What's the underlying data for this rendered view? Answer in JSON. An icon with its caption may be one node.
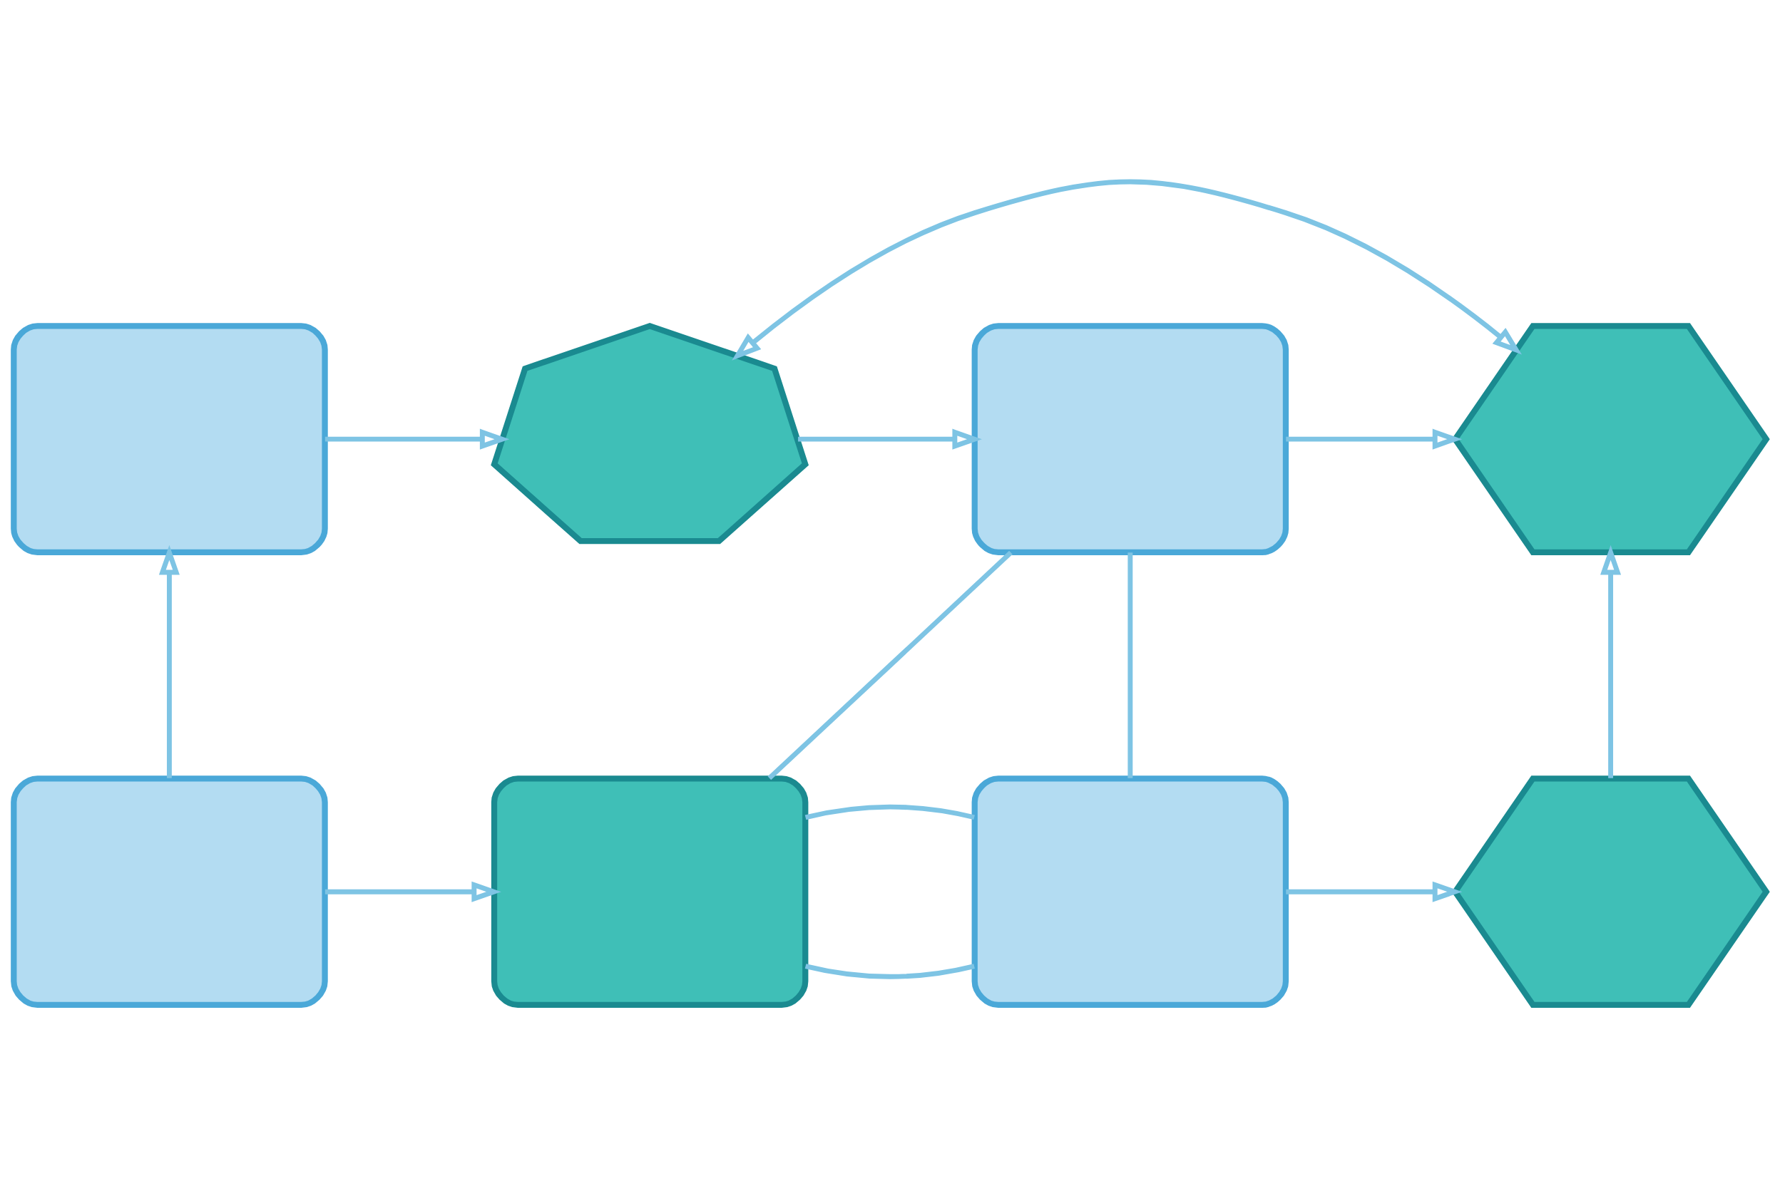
{
  "diagram": {
    "nodes": [
      {
        "text": [],
        "shape": "box"
      },
      {
        "text": [],
        "shape": "heptagon"
      },
      {
        "text": [],
        "shape": "box"
      },
      {
        "text": [],
        "shape": "hexagon"
      },
      {
        "text": [],
        "shape": "box"
      },
      {
        "text": [],
        "shape": "box"
      },
      {
        "text": [],
        "shape": "box"
      },
      {
        "text": [],
        "shape": "hexagon"
      }
    ],
    "edges": [
      {
        "from": 0,
        "to": 1,
        "arrow": "to"
      },
      {
        "from": 1,
        "to": 2,
        "arrow": "to"
      },
      {
        "from": 2,
        "to": 3,
        "arrow": "to"
      },
      {
        "from": 4,
        "to": 0,
        "arrow": "to"
      },
      {
        "from": 4,
        "to": 5,
        "arrow": "to"
      },
      {
        "from": 5,
        "to": 6,
        "arrow": "none"
      },
      {
        "from": 6,
        "to": 7,
        "arrow": "to"
      },
      {
        "from": 7,
        "to": 3,
        "arrow": "to"
      },
      {
        "from": 1,
        "to": 3,
        "arrow": "both"
      },
      {
        "from": 2,
        "to": 6,
        "arrow": "none"
      },
      {
        "from": 5,
        "to": 2,
        "arrow": "none"
      },
      {
        "from": 5,
        "to": 6,
        "arrow": "none"
      }
    ]
  }
}
